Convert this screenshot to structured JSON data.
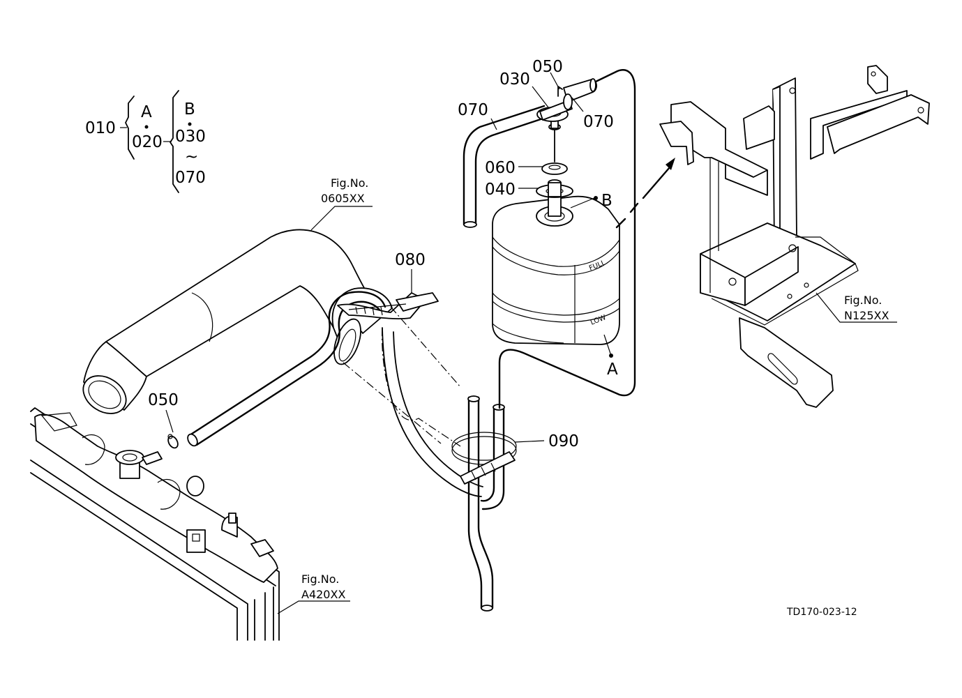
{
  "legend": {
    "parent": "010",
    "group_a": "A",
    "item_a": "020",
    "group_b": "B",
    "item_b_from": "030",
    "range_symbol": "~",
    "item_b_to": "070"
  },
  "callouts": {
    "c030": "030",
    "c050_top": "050",
    "c070_left": "070",
    "c070_right": "070",
    "c060": "060",
    "c040": "040",
    "c080": "080",
    "c050_left": "050",
    "c090": "090",
    "point_b": "B",
    "point_a": "A"
  },
  "fig_refs": [
    {
      "label": "Fig.No.",
      "code": "0605XX"
    },
    {
      "label": "Fig.No.",
      "code": "N125XX"
    },
    {
      "label": "Fig.No.",
      "code": "A420XX"
    }
  ],
  "tank_marks": {
    "full": "FULL",
    "low": "LOW"
  },
  "drawing_code": "TD170-023-12"
}
